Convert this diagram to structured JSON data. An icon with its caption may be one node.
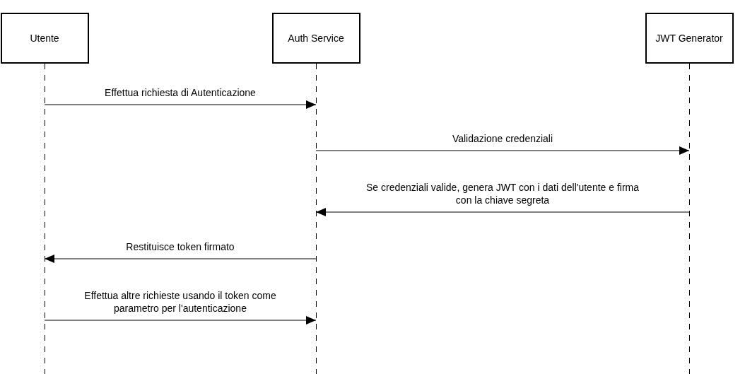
{
  "diagram": {
    "nodes": [
      {
        "text": [
          "Utente"
        ]
      },
      {
        "text": [
          "Auth Service"
        ]
      },
      {
        "text": [
          "JWT Generator"
        ]
      }
    ],
    "edges": [
      {
        "from": 0,
        "to": 1,
        "arrow": "to",
        "label": "Effettua richiesta di Autenticazione"
      },
      {
        "from": 1,
        "to": 2,
        "arrow": "to",
        "label": "Validazione credenziali"
      },
      {
        "from": 2,
        "to": 1,
        "arrow": "to",
        "label": "Se credenziali valide, genera JWT con i dati dell'utente e firma con la chiave segreta"
      },
      {
        "from": 1,
        "to": 0,
        "arrow": "to",
        "label": "Restituisce token firmato"
      },
      {
        "from": 0,
        "to": 1,
        "arrow": "to",
        "label": "Effettua altre richieste usando il token come parametro per l'autenticazione"
      }
    ]
  }
}
